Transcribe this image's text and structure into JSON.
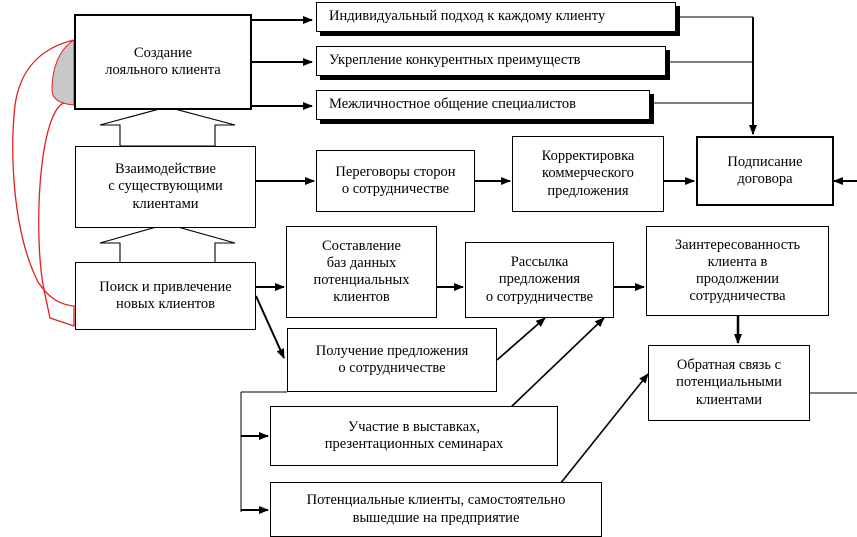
{
  "nodes": {
    "loyal_client": "Создание\nлояльного клиента",
    "individual_approach": "Индивидуальный подход к каждому клиенту",
    "competitive_advantages": "Укрепление конкурентных преимуществ",
    "interpersonal": "Межличностное общение специалистов",
    "existing_clients": "Взаимодействие\nс существующими\nклиентами",
    "negotiations": "Переговоры сторон\nо сотрудничестве",
    "offer_correction": "Корректировка\nкоммерческого\nпредложения",
    "contract_signing": "Подписание\nдоговора",
    "search_clients": "Поиск и привлечение\nновых клиентов",
    "database": "Составление\nбаз данных\nпотенциальных\nклиентов",
    "mailing": "Рассылка\nпредложения\nо сотрудничестве",
    "client_interest": "Заинтересованность\nклиента в\nпродолжении\nсотрудничества",
    "receiving_offer": "Получение предложения\nо сотрудничестве",
    "feedback": "Обратная связь с\nпотенциальными\nклиентами",
    "exhibitions": "Участие в выставках,\nпрезентационных семинарах",
    "walk_in_clients": "Потенциальные клиенты, самостоятельно\nвышедшие на предприятие"
  },
  "colors": {
    "line": "#000000",
    "curved_arrow_outline": "#e02020",
    "curved_arrow_fill": "#c8c8c8"
  }
}
